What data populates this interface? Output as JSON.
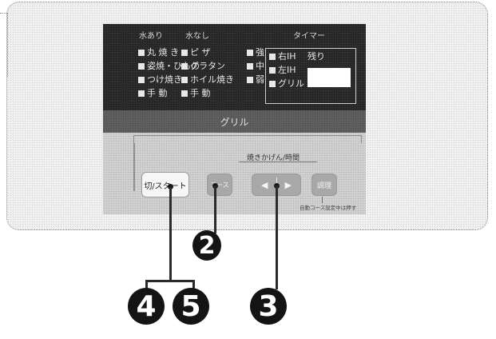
{
  "panel": {
    "headers": {
      "with_water": "水あり",
      "without_water": "水なし",
      "timer": "タイマー"
    },
    "col1": [
      "丸 焼 き",
      "姿焼・ひもの",
      "つけ焼き",
      "手 動"
    ],
    "col2": [
      "ピ ザ",
      "グラタン",
      "ホイル焼き",
      "手 動"
    ],
    "col3": [
      "強",
      "中",
      "弱"
    ],
    "timer_rows": [
      "右IH",
      "左IH",
      "グリル"
    ],
    "timer_note": "残り",
    "grill": "グリル"
  },
  "buttons": {
    "start": "切/スタート",
    "course": "コース",
    "bake_label": "焼きかげん/時間",
    "left_arrow": "◀",
    "right_arrow": "▶",
    "adjust": "調理",
    "adjust_caption": "自動コース設定中は押す"
  },
  "callouts": {
    "c2": "2",
    "c3": "3",
    "c4": "4",
    "c5": "5"
  }
}
